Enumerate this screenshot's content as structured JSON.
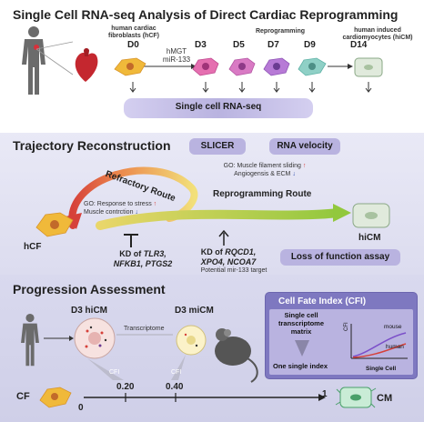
{
  "panel1": {
    "title": "Single Cell RNA-seq Analysis of Direct Cardiac Reprogramming",
    "hcf_label_line1": "human cardiac",
    "hcf_label_line2": "fibroblasts (hCF)",
    "reprogramming_label": "Reprogramming",
    "hicm_label_line1": "human induced",
    "hicm_label_line2": "cardiomyocytes (hiCM)",
    "treatment_line1": "hMGT",
    "treatment_line2": "miR-133",
    "days": [
      "D0",
      "D3",
      "D5",
      "D7",
      "D9",
      "D14"
    ],
    "scrnaseq_label": "Single cell RNA-seq"
  },
  "panel2": {
    "title": "Trajectory Reconstruction",
    "slicer_label": "SLICER",
    "rna_velocity_label": "RNA velocity",
    "go_top_line1": "GO: Muscle filament sliding",
    "go_top_line2": "Angiogensis & ECM",
    "refractory_route": "Refractory Route",
    "go_left_line1": "GO: Response to stress",
    "go_left_line2": "Muscle contrction",
    "reprogramming_route": "Reprogramming Route",
    "hcf": "hCF",
    "hicm": "hiCM",
    "kd_left_prefix": "KD of ",
    "kd_left_line1": "TLR3,",
    "kd_left_line2": "NFKB1, PTGS2",
    "kd_right_prefix": "KD of ",
    "kd_right_line1": "RQCD1,",
    "kd_right_line2": "XPO4, NCOA7",
    "potential_target": "Potential mir-133 target",
    "loss_of_function": "Loss of function assay"
  },
  "panel3": {
    "title": "Progression Assessment",
    "d3_hicm": "D3 hiCM",
    "d3_micm": "D3 miCM",
    "transcriptome": "Transcriptome",
    "cfi_small": "CFI",
    "value_hicm": "0.20",
    "value_micm": "0.40",
    "axis_start": "0",
    "axis_end": "1",
    "cf_label": "CF",
    "cm_label": "CM",
    "cfi_box": {
      "title": "Cell Fate Index (CFI)",
      "line1": "Single cell",
      "line2": "transcriptome",
      "line3": "matrix",
      "result": "One single index",
      "chart_ylabel": "CFI",
      "chart_xlabel": "Single Cell",
      "series_mouse": "mouse",
      "series_human": "human"
    }
  },
  "colors": {
    "fibroblast": "#f0b93a",
    "pink_cell": "#e56fb0",
    "violet_cell": "#b77ad6",
    "teal_cell": "#8fd0c6",
    "green_route": "#b6d84a",
    "red_route": "#d6413a",
    "pill_fill": "#b9b3e0"
  }
}
